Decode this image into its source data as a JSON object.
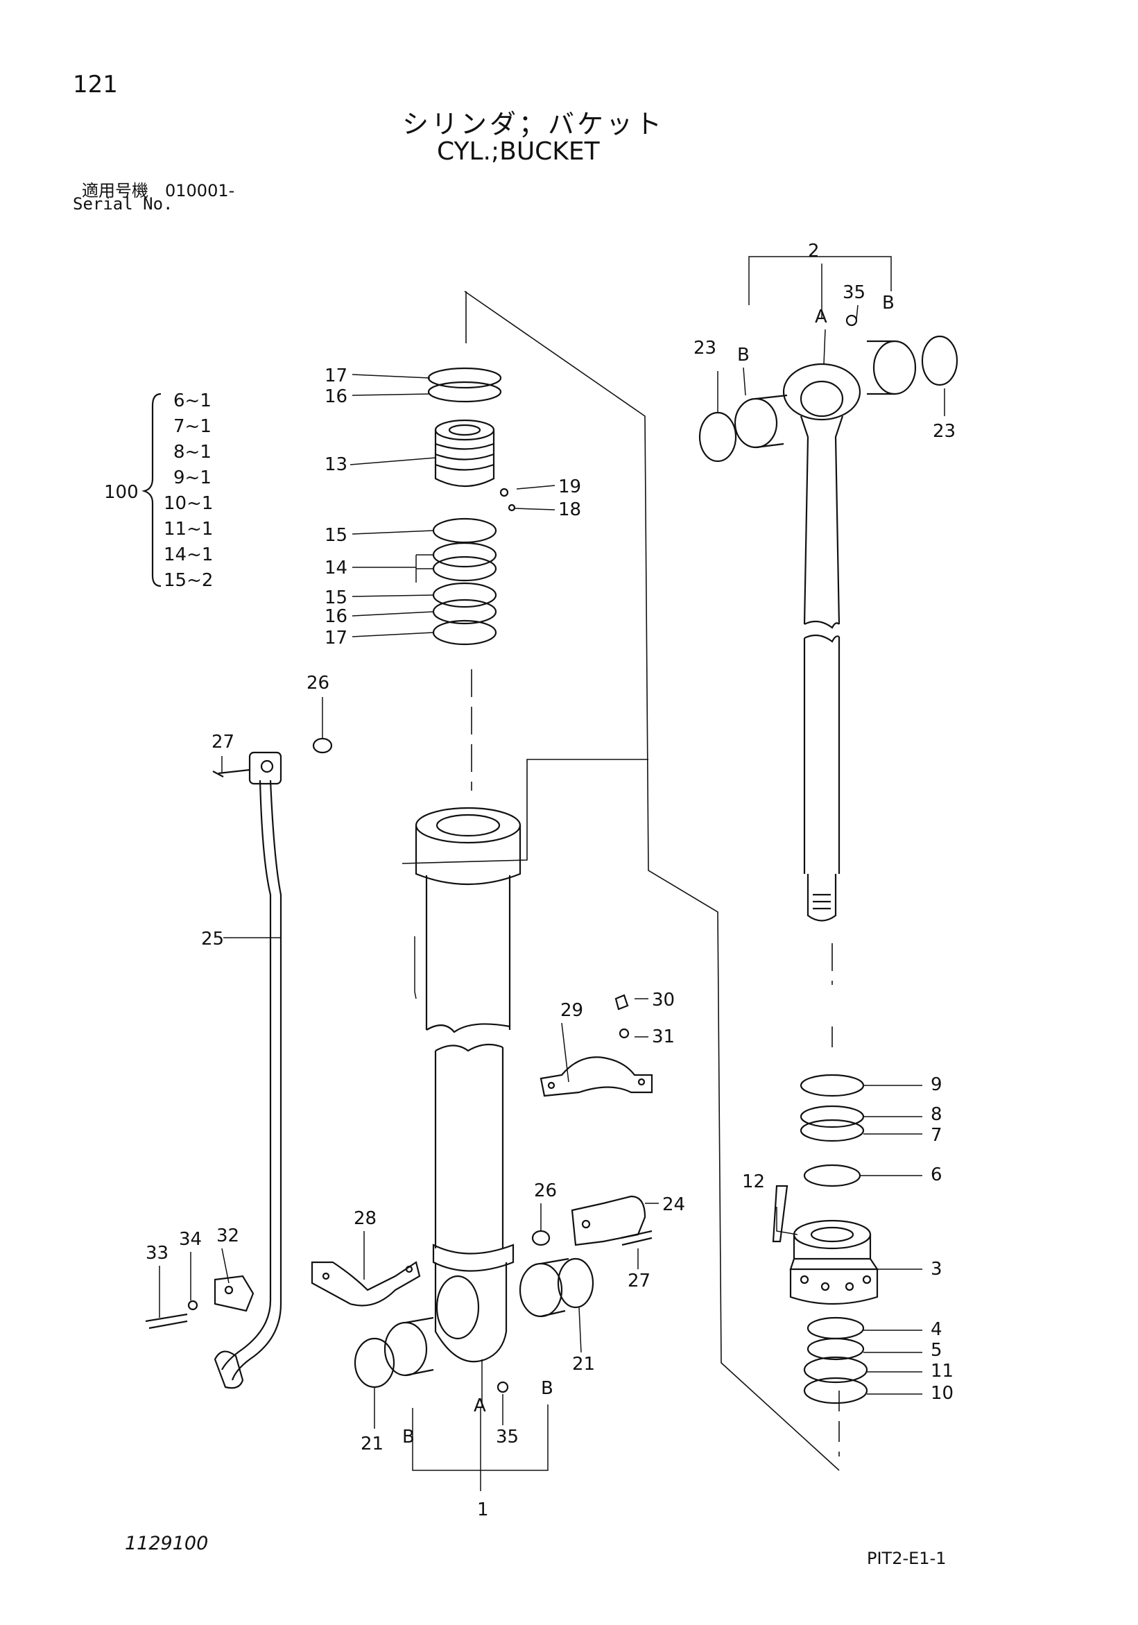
{
  "page": {
    "number": "121",
    "title_jp": "シリンダ；バケット",
    "title_en": "CYL.;BUCKET",
    "serial_jp": "適用号機　010001-",
    "serial_en": "Serial No.",
    "drawing_no": "1129100",
    "sheet_code": "PIT2-E1-1"
  },
  "kit": {
    "label": "100",
    "items": [
      "6~1",
      "7~1",
      "8~1",
      "9~1",
      "10~1",
      "11~1",
      "14~1",
      "15~2"
    ]
  },
  "callouts": {
    "c1": "1",
    "c2": "2",
    "c3": "3",
    "c4": "4",
    "c5": "5",
    "c6": "6",
    "c7": "7",
    "c8": "8",
    "c9": "9",
    "c10": "10",
    "c11": "11",
    "c12": "12",
    "c13": "13",
    "c14": "14",
    "c15a": "15",
    "c15b": "15",
    "c16a": "16",
    "c16b": "16",
    "c17a": "17",
    "c17b": "17",
    "c18": "18",
    "c19": "19",
    "c21a": "21",
    "c21b": "21",
    "c23a": "23",
    "c23b": "23",
    "c24": "24",
    "c25": "25",
    "c26a": "26",
    "c26b": "26",
    "c27a": "27",
    "c27b": "27",
    "c28": "28",
    "c29": "29",
    "c30": "30",
    "c31": "31",
    "c32": "32",
    "c33": "33",
    "c34": "34",
    "c35a": "35",
    "c35b": "35",
    "A1": "A",
    "A2": "A",
    "B1": "B",
    "B2": "B",
    "B3": "B",
    "B4": "B"
  }
}
